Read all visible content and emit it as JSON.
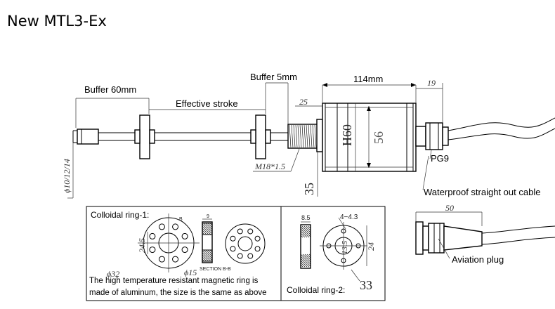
{
  "title": "New MTL3-Ex",
  "labels": {
    "buffer_60": "Buffer 60mm",
    "effective_stroke": "Effective stroke",
    "buffer_5": "Buffer 5mm",
    "dim_114": "114mm",
    "dim_19": "19",
    "dim_25": "25",
    "thread": "M18*1.5",
    "dim_35": "35",
    "h60": "H60",
    "dim_56": "56",
    "pg9": "PG9",
    "dia_stack": "ϕ10/12/14",
    "waterproof": "Waterproof straight out cable",
    "dim_50": "50",
    "aviation": "Aviation plug"
  },
  "inset": {
    "ring1_label": "Colloidal ring-1:",
    "ring1_b": "B",
    "ring1_9": "9",
    "ring1_24_5": "24.5",
    "ring1_32": "ϕ32",
    "ring1_15": "ϕ15",
    "section_label": "SECTION B-B",
    "note": "The high temperature resistant magnetic ring is made of aluminum, the size is the same as above",
    "ring2_8_5": "8.5",
    "ring2_4_4_3": "4−4.3",
    "ring2_13_5": "13.5",
    "ring2_24": "24",
    "ring2_33": "33",
    "ring2_label": "Colloidal ring-2:"
  }
}
